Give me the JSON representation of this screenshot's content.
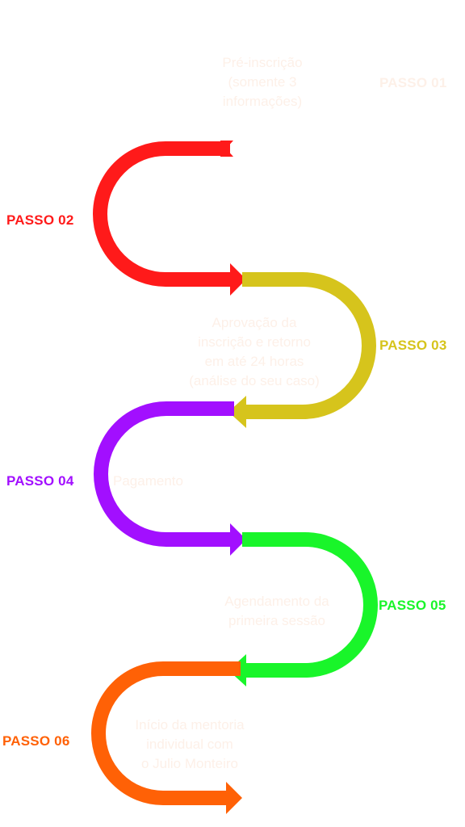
{
  "colors": {
    "text_faint": "#fdf0e8",
    "passo_01": "#fdf0e8",
    "passo_02": "#ff1a1a",
    "passo_03": "#d6c41c",
    "passo_04": "#a20fff",
    "passo_05": "#19f52a",
    "passo_06": "#ff6106"
  },
  "steps": [
    {
      "label": "PASSO 01",
      "description": "Pré-inscrição\n(somente 3\ninformações)"
    },
    {
      "label": "PASSO 02",
      "description": ""
    },
    {
      "label": "PASSO 03",
      "description": "Aprovação da\ninscrição e retorno\nem até 24 horas\n(análise do seu caso)"
    },
    {
      "label": "PASSO 04",
      "description": "Pagamento"
    },
    {
      "label": "PASSO 05",
      "description": "Agendamento da\nprimeira sessão"
    },
    {
      "label": "PASSO 06",
      "description": "Início da mentoria\nindividual com\no Julio Monteiro"
    }
  ]
}
